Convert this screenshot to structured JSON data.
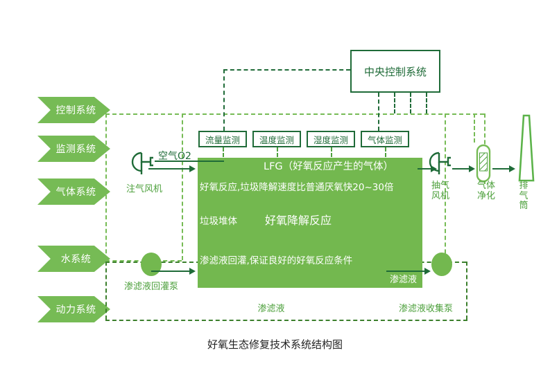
{
  "caption": "好氧生态修复技术系统结构图",
  "colors": {
    "block_green": "#73b84f",
    "chevron_green": "#76bb55",
    "dark_green": "#1f6b38",
    "light_green": "#4da03c",
    "boundary_light": "#76bb55",
    "boundary_dark": "#3b7f2c",
    "caption_color": "#222222"
  },
  "systems": [
    {
      "label": "控制系统"
    },
    {
      "label": "监测系统"
    },
    {
      "label": "气体系统"
    },
    {
      "label": "水系统"
    },
    {
      "label": "动力系统"
    }
  ],
  "control": {
    "central_label": "中央控制系统"
  },
  "monitors": [
    {
      "label": "流量监测"
    },
    {
      "label": "温度监测"
    },
    {
      "label": "湿度监测"
    },
    {
      "label": "气体监测"
    }
  ],
  "reactor": {
    "lfg_label": "LFG（好氧反应产生的气体）",
    "rate_label": "好氧反应,垃圾降解速度比普通厌氧快20~30倍",
    "pile_label": "垃圾堆体",
    "reaction_label": "好氧降解反应",
    "recirculation_label": "渗滤液回灌,保证良好的好氧反应条件",
    "leachate_out_label": "渗滤液"
  },
  "equipment": {
    "air_label": "空气O2",
    "injection_blower": "注气风机",
    "extraction_fan": "抽气\n风机",
    "extraction_fan_line1": "抽气",
    "extraction_fan_line2": "风机",
    "gas_purification_line1": "气体",
    "gas_purification_line2": "净化",
    "exhaust_stack_line1": "排",
    "exhaust_stack_line2": "气",
    "exhaust_stack_line3": "筒",
    "recirculation_pump": "渗滤液回灌泵",
    "collection_pump": "渗滤液收集泵",
    "leachate_bottom_label": "渗滤液"
  }
}
